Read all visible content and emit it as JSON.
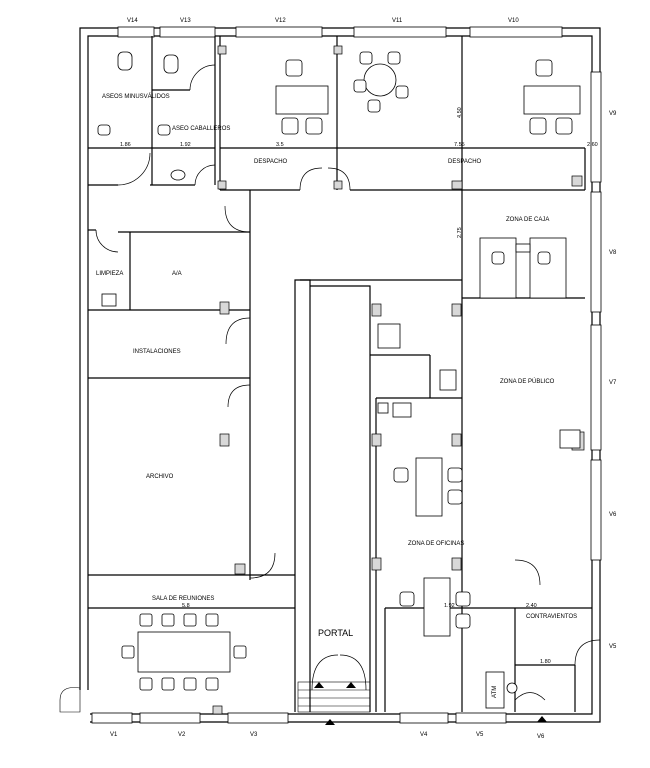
{
  "plan": {
    "window_labels_top": [
      "V14",
      "V13",
      "V12",
      "V11",
      "V10"
    ],
    "window_labels_right": [
      "V9",
      "V8",
      "V7",
      "V6",
      "V5"
    ],
    "window_labels_bottom": [
      "V1",
      "V2",
      "V3",
      "V4",
      "V5",
      "V6"
    ],
    "rooms": {
      "aseos_minusvalidos": "ASEOS MINUSVÁLIDOS",
      "aseo_caballeros": "ASEO CABALLEROS",
      "despacho_1": "DESPACHO",
      "despacho_2": "DESPACHO",
      "zona_de_caja": "ZONA DE CAJA",
      "limpieza": "LIMPIEZA",
      "aa": "A/A",
      "instalaciones": "INSTALACIONES",
      "zona_de_publico": "ZONA DE PÚBLICO",
      "archivo": "ARCHIVO",
      "portal": "PORTAL",
      "zona_de_oficinas": "ZONA DE OFICINAS",
      "sala_de_reuniones": "SALA DE REUNIONES",
      "contravientos": "CONTRAVIENTOS",
      "atm": "ATM"
    },
    "dimensions": {
      "d1": "1.86",
      "d2": "1.92",
      "d3": "3.5",
      "d4": "4.50",
      "d5": "7.55",
      "d6": "2.60",
      "d7": "2.75",
      "d8": "5.8",
      "d9": "1.92",
      "d10": "2.40",
      "d11": "1.80"
    }
  }
}
